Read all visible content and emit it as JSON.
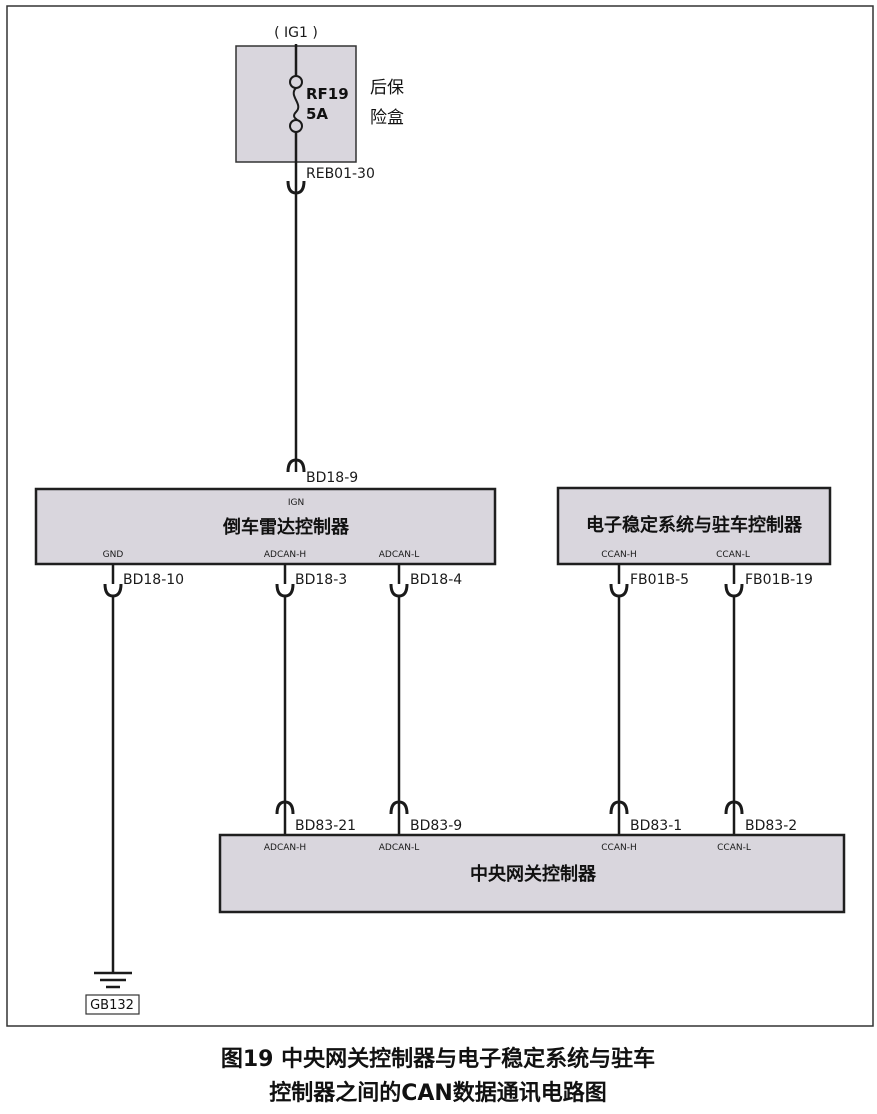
{
  "power": {
    "source": "( IG1 )",
    "fuse": {
      "name": "RF19",
      "rating": "5A"
    },
    "fuse_box": [
      "后保",
      "险盒"
    ],
    "fuse_output_pin": "REB01-30"
  },
  "modules": {
    "radar": {
      "name": "倒车雷达控制器",
      "pin_ign": "BD18-9",
      "sig_ign": "IGN",
      "sig_gnd": "GND",
      "sig_canh": "ADCAN-H",
      "sig_canl": "ADCAN-L",
      "pin_gnd": "BD18-10",
      "pin_canh": "BD18-3",
      "pin_canl": "BD18-4"
    },
    "esp": {
      "name": "电子稳定系统与驻车控制器",
      "sig_canh": "CCAN-H",
      "sig_canl": "CCAN-L",
      "pin_canh": "FB01B-5",
      "pin_canl": "FB01B-19"
    },
    "gateway": {
      "name": "中央网关控制器",
      "pins": [
        "BD83-21",
        "BD83-9",
        "BD83-1",
        "BD83-2"
      ],
      "sigs": [
        "ADCAN-H",
        "ADCAN-L",
        "CCAN-H",
        "CCAN-L"
      ]
    }
  },
  "ground": {
    "label": "GB132"
  },
  "caption": {
    "line1": "图19 中央网关控制器与电子稳定系统与驻车",
    "line2": "控制器之间的CAN数据通讯电路图"
  }
}
